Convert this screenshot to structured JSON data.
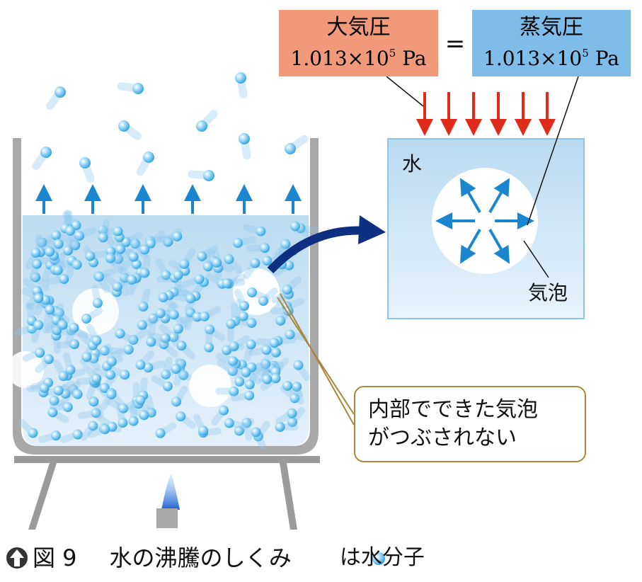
{
  "labels": {
    "atmospheric_pressure": {
      "title": "大気圧",
      "value": "1.013×10",
      "exponent": "5",
      "unit": " Pa"
    },
    "equals": "=",
    "vapor_pressure": {
      "title": "蒸気圧",
      "value": "1.013×10",
      "exponent": "5",
      "unit": " Pa"
    },
    "water": "水",
    "bubble": "気泡",
    "callout_line1": "内部でできた気泡",
    "callout_line2": "がつぶされない"
  },
  "caption": {
    "figure_label": "図 9",
    "title": "水の沸騰のしくみ",
    "legend": "は水分子"
  },
  "colors": {
    "atmospheric_box": "#f09a7b",
    "vapor_box": "#7fbde9",
    "arrow_blue": "#1a86d0",
    "arrow_red": "#e02a1a",
    "big_arrow": "#0f2f80",
    "callout_border": "#a8883a"
  }
}
